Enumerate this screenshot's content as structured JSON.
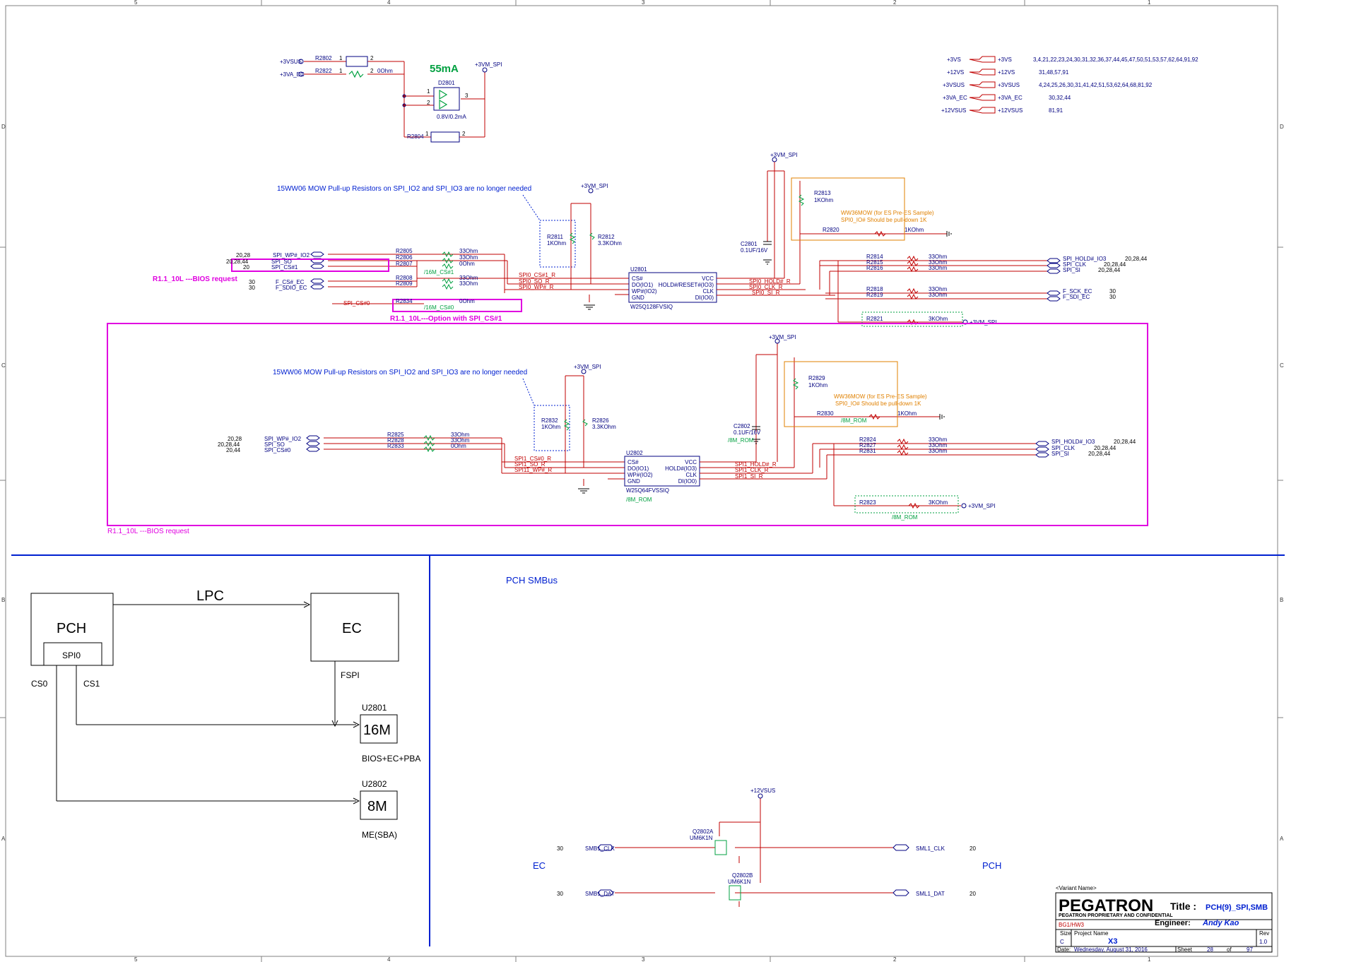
{
  "frame": {
    "col_top": [
      "5",
      "4",
      "3",
      "2",
      "1"
    ],
    "col_bottom": [
      "5",
      "4",
      "3",
      "2",
      "1"
    ],
    "row_left": [
      "D",
      "C",
      "B",
      "A"
    ],
    "row_right": [
      "D",
      "C",
      "B",
      "A"
    ]
  },
  "power_block": {
    "in1": "+3VSUS",
    "in2": "+3VA_EC",
    "out": "+3VM_SPI",
    "r2802": "R2802",
    "r2822": "R2822",
    "r2822_val": "0Ohm",
    "r2804": "R2804",
    "current": "55mA",
    "d2801": "D2801",
    "d2801_val": "0.8V/0.2mA",
    "pin1": "1",
    "pin2": "2",
    "pin3": "3"
  },
  "rail_table": [
    {
      "net": "+3VS",
      "pages": "3,4,21,22,23,24,30,31,32,36,37,44,45,47,50,51,53,57,62,64,91,92"
    },
    {
      "net": "+12VS",
      "pages": "31,48,57,91"
    },
    {
      "net": "+3VSUS",
      "pages": "4,24,25,26,30,31,41,42,51,53,62,64,68,81,92"
    },
    {
      "net": "+3VA_EC",
      "pages": "30,32,44"
    },
    {
      "net": "+12VSUS",
      "pages": "81,91"
    }
  ],
  "spi0": {
    "note": "15WW06 MOW Pull-up Resistors on SPI_IO2 and SPI_IO3 are no longer needed",
    "vcc": "+3VM_SPI",
    "in_signals": [
      {
        "pages": "20,28",
        "name": "SPI_WP#_IO2",
        "ref": "R2805",
        "val": "33Ohm"
      },
      {
        "pages": "20,28,44",
        "name": "SPI_SO",
        "ref": "R2806",
        "val": "33Ohm"
      },
      {
        "pages": "20",
        "name": "SPI_CS#1",
        "ref": "R2807",
        "val": "0Ohm"
      },
      {
        "pages": "30",
        "name": "F_CS#_EC",
        "ref": "R2808",
        "val": "33Ohm"
      },
      {
        "pages": "30",
        "name": "F_SDIO_EC",
        "ref": "R2809",
        "val": "33Ohm"
      }
    ],
    "r2807_tag": "/16M_CS#1",
    "r2834": "R2834",
    "r2834_val": "0Ohm",
    "r2834_tag": "/16M_CS#0",
    "spi_cs0": "SPI_CS#0",
    "bios_note": "R1.1_10L ---BIOS request",
    "option_note": "R1.1_10L---Option with SPI_CS#1",
    "r2811": "R2811",
    "r2811_val": "1KOhm",
    "r2812": "R2812",
    "r2812_val": "3.3KOhm",
    "chip_ref": "U2801",
    "chip_part": "W25Q128FVSIQ",
    "chip_left": [
      "CS#",
      "DO(IO1)",
      "WP#(IO2)",
      "GND"
    ],
    "chip_right": [
      "VCC",
      "HOLD#/RESET#(IO3)",
      "CLK",
      "DI(IO0)"
    ],
    "nets_left": [
      "SPI0_CS#1_R",
      "SPI0_SO_R",
      "SPI0_WP#_R"
    ],
    "nets_right": [
      "SPI0_HOLD#_R",
      "SPI0_CLK_R",
      "SPI0_SI_R"
    ],
    "r2813": "R2813",
    "r2813_val": "1KOhm",
    "ww36": "WW36MOW (for ES Pre-ES Sample)",
    "ww36b": "SPI0_IO# Should be pull-down 1K",
    "r2820": "R2820",
    "r2820_val": "1KOhm",
    "c2801": "C2801",
    "c2801_val": "0.1UF/16V",
    "out_signals": [
      {
        "ref": "R2814",
        "val": "33Ohm",
        "name": "SPI_HOLD#_IO3",
        "pages": "20,28,44"
      },
      {
        "ref": "R2815",
        "val": "33Ohm",
        "name": "SPI_CLK",
        "pages": "20,28,44"
      },
      {
        "ref": "R2816",
        "val": "33Ohm",
        "name": "SPI_SI",
        "pages": "20,28,44"
      },
      {
        "ref": "R2818",
        "val": "33Ohm",
        "name": "F_SCK_EC",
        "pages": "30"
      },
      {
        "ref": "R2819",
        "val": "33Ohm",
        "name": "F_SDI_EC",
        "pages": "30"
      }
    ],
    "r2821": "R2821",
    "r2821_val": "3KOhm"
  },
  "spi1": {
    "note": "15WW06 MOW Pull-up Resistors on SPI_IO2 and SPI_IO3 are no longer needed",
    "vcc": "+3VM_SPI",
    "in_signals": [
      {
        "pages": "20,28",
        "name": "SPI_WP#_IO2",
        "ref": "R2825",
        "val": "33Ohm"
      },
      {
        "pages": "20,28,44",
        "name": "SPI_SO",
        "ref": "R2828",
        "val": "33Ohm"
      },
      {
        "pages": "20,44",
        "name": "SPI_CS#0",
        "ref": "R2833",
        "val": "0Ohm"
      }
    ],
    "r2832": "R2832",
    "r2832_val": "1KOhm",
    "r2826": "R2826",
    "r2826_val": "3.3KOhm",
    "chip_ref": "U2802",
    "chip_part": "W25Q64FVSSIQ",
    "rom_tag": "/8M_ROM",
    "chip_left": [
      "CS#",
      "DO(IO1)",
      "WP#(IO2)",
      "GND"
    ],
    "chip_right": [
      "VCC",
      "HOLD#(IO3)",
      "CLK",
      "DI(IO0)"
    ],
    "nets_left": [
      "SPI1_CS#0_R",
      "SPI1_SO_R",
      "SPI11_WP#_R"
    ],
    "nets_right": [
      "SPI1_HOLD#_R",
      "SPI1_CLK_R",
      "SPI1_SI_R"
    ],
    "r2829": "R2829",
    "r2829_val": "1KOhm",
    "ww36": "WW36MOW (for ES Pre-ES Sample)",
    "ww36b": "SPI0_IO# Should be pull-down 1K",
    "r2830": "R2830",
    "r2830_val": "1KOhm",
    "c2802": "C2802",
    "c2802_val": "0.1UF/16V",
    "out_signals": [
      {
        "ref": "R2824",
        "val": "33Ohm",
        "name": "SPI_HOLD#_IO3",
        "pages": "20,28,44"
      },
      {
        "ref": "R2827",
        "val": "33Ohm",
        "name": "SPI_CLK",
        "pages": "20,28,44"
      },
      {
        "ref": "R2831",
        "val": "33Ohm",
        "name": "SPI_SI",
        "pages": "20,28,44"
      }
    ],
    "r2823": "R2823",
    "r2823_val": "3KOhm",
    "bios_note": "R1.1_10L ---BIOS request"
  },
  "block_diagram": {
    "pch": "PCH",
    "spi0": "SPI0",
    "ec": "EC",
    "lpc": "LPC",
    "fspi": "FSPI",
    "cs0": "CS0",
    "cs1": "CS1",
    "u2801": "U2801",
    "rom16": "16M",
    "rom16_desc": "BIOS+EC+PBA",
    "u2802": "U2802",
    "rom8": "8M",
    "rom8_desc": "ME(SBA)"
  },
  "smbus": {
    "title": "PCH SMBus",
    "vcc": "+12VSUS",
    "qa": "Q2802A",
    "qa_part": "UM6K1N",
    "qb": "Q2802B",
    "qb_part": "UM6K1N",
    "clk_in": "SMB1_CLK",
    "dat_in": "SMB1_DAT",
    "clk_out": "SML1_CLK",
    "dat_out": "SML1_DAT",
    "in_page": "30",
    "out_page": "20",
    "ec": "EC",
    "pch": "PCH"
  },
  "title_block": {
    "variant": "<Variant Name>",
    "company": "PEGATRON",
    "subtitle": "PEGATRON PROPRIETARY AND CONFIDENTIAL",
    "title_label": "Title :",
    "title": "PCH(9)_SPI,SMB",
    "code": "BG1/HW3",
    "engineer_label": "Engineer:",
    "engineer": "Andy Kao",
    "size_label": "Size",
    "size": "C",
    "project_label": "Project Name",
    "project": "X3",
    "rev_label": "Rev",
    "rev": "1.0",
    "date_label": "Date:",
    "date": "Wednesday, August 31, 2016",
    "sheet_label": "Sheet",
    "sheet": "28",
    "of_label": "of",
    "total": "97"
  },
  "colors": {
    "wire": "#c00000",
    "text": "#000080",
    "magenta": "#e000e0",
    "blue": "#0020d0",
    "orange": "#e08000",
    "green": "#00a040"
  }
}
